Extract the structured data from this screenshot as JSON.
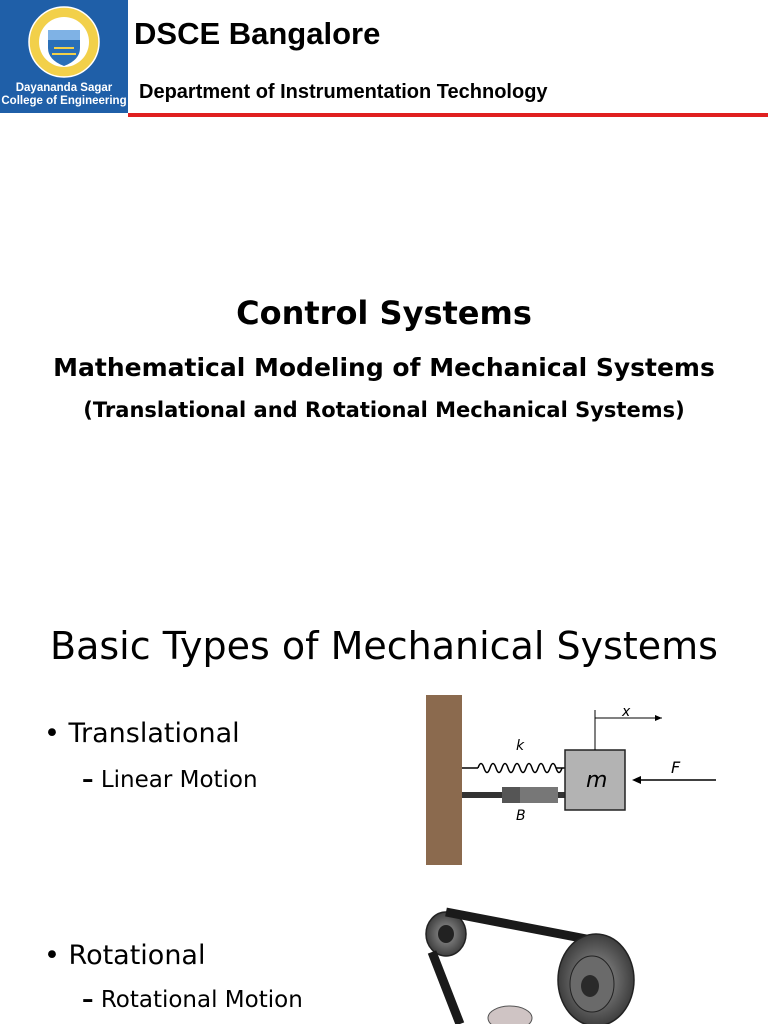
{
  "header": {
    "logo_line1": "Dayananda Sagar",
    "logo_line2": "College of Engineering",
    "college": "DSCE Bangalore",
    "department": "Department of Instrumentation Technology"
  },
  "slide1": {
    "title": "Control Systems",
    "subtitle": "Mathematical Modeling of Mechanical Systems",
    "subsubtitle": "(Translational and Rotational Mechanical Systems)"
  },
  "slide2": {
    "title": "Basic Types of Mechanical Systems",
    "bullets": [
      {
        "label": "Translational",
        "sub": "Linear Motion"
      },
      {
        "label": "Rotational",
        "sub": "Rotational Motion"
      }
    ],
    "diagram": {
      "k": "k",
      "B": "B",
      "m": "m",
      "x": "x",
      "F": "F"
    }
  },
  "colors": {
    "logo_bg": "#1f5fa8",
    "rule": "#e02020",
    "wall": "#8b6a4e",
    "mass": "#b3b3b3"
  }
}
